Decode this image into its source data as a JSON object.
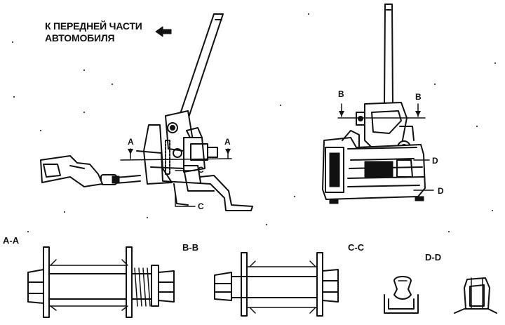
{
  "note": {
    "line1": "К ПЕРЕДНЕЙ ЧАСТИ",
    "line2": "АВТОМОБИЛЯ"
  },
  "side_view": {
    "label_a_left": "A",
    "label_a_right": "A",
    "label_c_inner": "C",
    "label_c_outer": "C"
  },
  "front_view": {
    "label_b_left": "B",
    "label_b_right": "B",
    "label_d_upper": "D",
    "label_d_lower": "D"
  },
  "sections": {
    "aa": "A-A",
    "bb": "B-B",
    "cc": "C-C",
    "dd": "D-D"
  },
  "colors": {
    "ink": "#111111",
    "paper": "#ffffff"
  }
}
